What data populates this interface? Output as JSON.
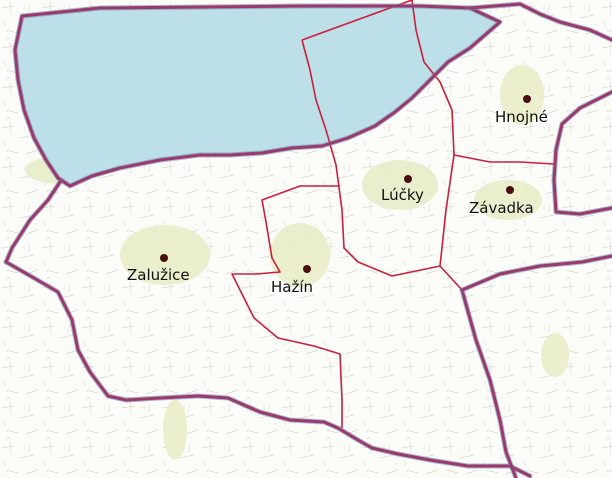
{
  "colors": {
    "background": "#fbfbf8",
    "water": "#bcdfe8",
    "outer_border": "#9a3a6a",
    "outer_border_shadow": "#6f7fb0",
    "inner_border": "#cc1f3a",
    "settlement_tint": "#e7ecc6",
    "town_marker": "#4a0d0d",
    "town_label": "#111111"
  },
  "towns": [
    {
      "name": "Hnojné"
    },
    {
      "name": "Lúčky"
    },
    {
      "name": "Závadka"
    },
    {
      "name": "Zalužice"
    },
    {
      "name": "Hažín"
    }
  ]
}
